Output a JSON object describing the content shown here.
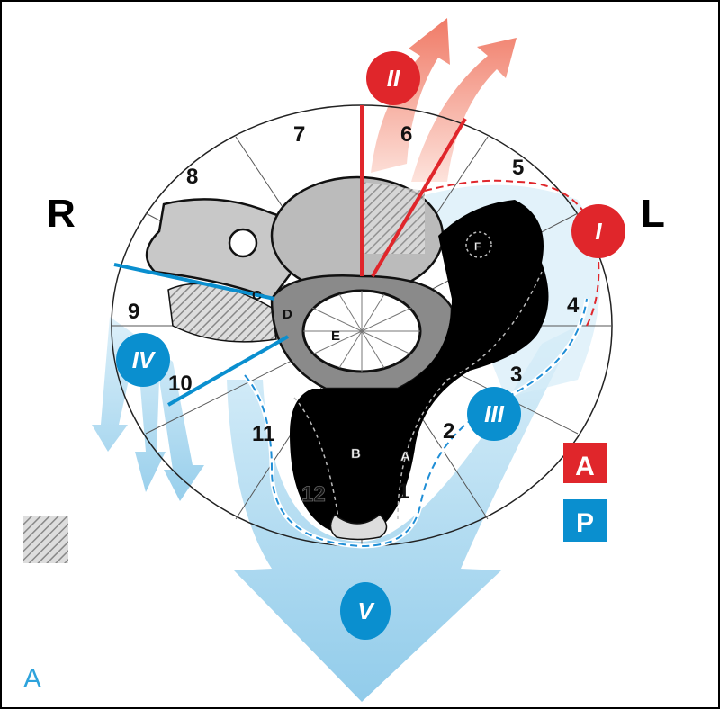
{
  "sides": {
    "right": "R",
    "left": "L"
  },
  "zones": [
    "1",
    "2",
    "3",
    "4",
    "5",
    "6",
    "7",
    "8",
    "9",
    "10",
    "11",
    "12"
  ],
  "regions": {
    "A": "A",
    "B": "B",
    "C": "C",
    "D": "D",
    "E": "E",
    "F": "F"
  },
  "approaches": {
    "I": "I",
    "II": "II",
    "III": "III",
    "IV": "IV",
    "V": "V"
  },
  "legend": {
    "anterior": "A",
    "posterior": "P"
  },
  "panel_label": "A",
  "colors": {
    "red": "#e0262b",
    "blue": "#0a8fcf",
    "light_blue": "#a9d8f0",
    "salmon": "#f08a78"
  }
}
